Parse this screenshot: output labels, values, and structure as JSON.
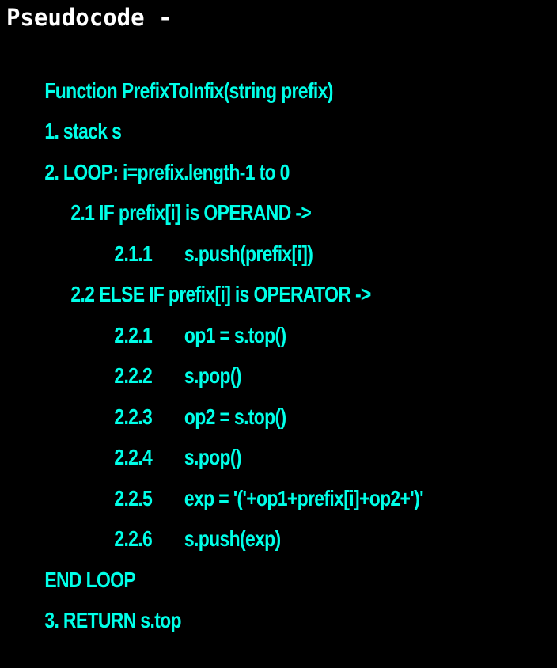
{
  "heading": "Pseudocode -",
  "lines": {
    "0": {
      "text": "Function PrefixToInfix(string prefix)"
    },
    "1": {
      "text": "1. stack s"
    },
    "2": {
      "text": "2. LOOP: i=prefix.length-1 to 0"
    },
    "3": {
      "text": "2.1 IF prefix[i] is OPERAND ->"
    },
    "4": {
      "num": "2.1.1",
      "text": "s.push(prefix[i])"
    },
    "5": {
      "text": "2.2 ELSE IF prefix[i] is OPERATOR ->"
    },
    "6": {
      "num": "2.2.1",
      "text": "op1 = s.top()"
    },
    "7": {
      "num": "2.2.2",
      "text": "s.pop()"
    },
    "8": {
      "num": "2.2.3",
      "text": "op2 = s.top()"
    },
    "9": {
      "num": "2.2.4",
      "text": "s.pop()"
    },
    "10": {
      "num": "2.2.5",
      "text": "exp = '('+op1+prefix[i]+op2+')'"
    },
    "11": {
      "num": "2.2.6",
      "text": "s.push(exp)"
    },
    "12": {
      "text": "END LOOP"
    },
    "13": {
      "text": "3. RETURN s.top"
    }
  },
  "colors": {
    "background": "#000000",
    "heading": "#ffffff",
    "code": "#00ffe8"
  }
}
